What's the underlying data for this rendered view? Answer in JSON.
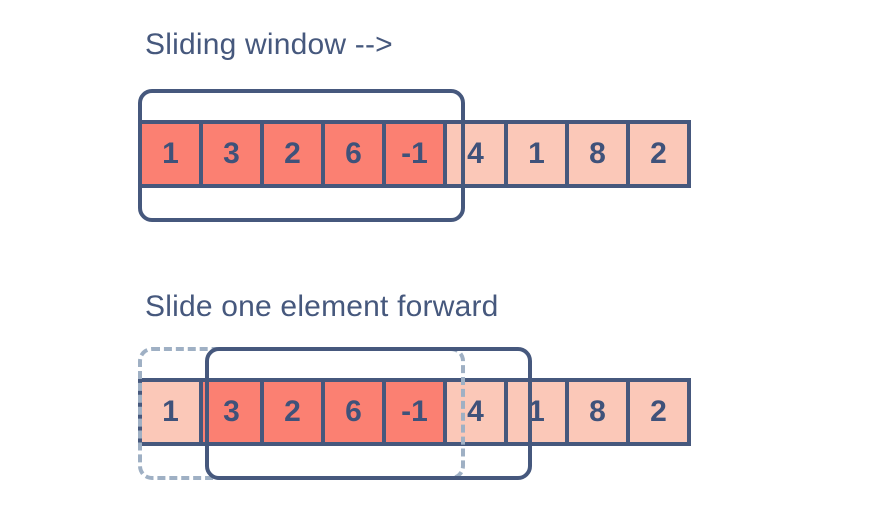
{
  "page": {
    "background_color": "#ffffff",
    "text_color": "#46587D",
    "highlight_color": "#FB8072",
    "cell_color": "#FBC8B8",
    "border_color": "#46587D",
    "dashed_border_color": "#9FB0C4"
  },
  "rows": [
    {
      "id": "row-1",
      "title": "Sliding window -->",
      "cells": [
        {
          "value": "1",
          "highlighted": true
        },
        {
          "value": "3",
          "highlighted": true
        },
        {
          "value": "2",
          "highlighted": true
        },
        {
          "value": "6",
          "highlighted": true
        },
        {
          "value": "-1",
          "highlighted": true
        },
        {
          "value": "4",
          "highlighted": false
        },
        {
          "value": "1",
          "highlighted": false
        },
        {
          "value": "8",
          "highlighted": false
        },
        {
          "value": "2",
          "highlighted": false
        }
      ],
      "windows": [
        {
          "style": "solid",
          "start_index": 0,
          "end_index": 4
        }
      ]
    },
    {
      "id": "row-2",
      "title": "Slide one element forward",
      "cells": [
        {
          "value": "1",
          "highlighted": false
        },
        {
          "value": "3",
          "highlighted": true
        },
        {
          "value": "2",
          "highlighted": true
        },
        {
          "value": "6",
          "highlighted": true
        },
        {
          "value": "-1",
          "highlighted": true
        },
        {
          "value": "4",
          "highlighted": false
        },
        {
          "value": "1",
          "highlighted": false
        },
        {
          "value": "8",
          "highlighted": false
        },
        {
          "value": "2",
          "highlighted": false
        }
      ],
      "windows": [
        {
          "style": "dashed",
          "start_index": 0,
          "end_index": 4
        },
        {
          "style": "solid",
          "start_index": 1,
          "end_index": 5
        }
      ]
    }
  ]
}
